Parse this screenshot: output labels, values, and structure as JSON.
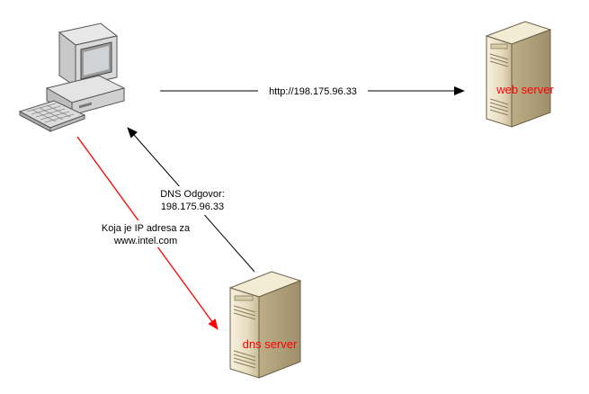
{
  "colors": {
    "request_arrow": "#ff0000",
    "response_arrow": "#000000",
    "http_arrow": "#000000",
    "server_label": "#ff0000"
  },
  "icons": {
    "client": "desktop-computer-icon",
    "web_server": "tower-server-icon",
    "dns_server": "tower-server-icon"
  },
  "edges": {
    "http_request": "http://198.175.96.33",
    "dns_query_line1": "Koja je IP adresa za",
    "dns_query_line2": "www.intel.com",
    "dns_answer_line1": "DNS Odgovor:",
    "dns_answer_line2": "198.175.96.33"
  },
  "nodes": {
    "web_server_label": "web server",
    "dns_server_label": "dns server"
  }
}
